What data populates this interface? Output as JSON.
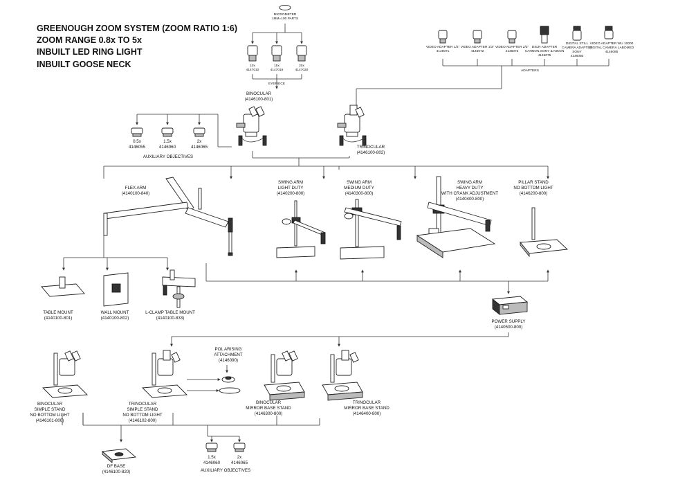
{
  "title_lines": [
    "GREENOUGH ZOOM SYSTEM  (ZOOM RATIO 1:6)",
    "ZOOM RANGE 0.8x TO 5x",
    "INBUILT LED RING LIGHT",
    "INBUILT GOOSE NECK"
  ],
  "micrometer": {
    "label": "MICROMETER",
    "sub": "1MM=100 PARTS"
  },
  "eyepieces": {
    "items": [
      {
        "mag": "10x",
        "code": "4147010"
      },
      {
        "mag": "15x",
        "code": "4147015"
      },
      {
        "mag": "20x",
        "code": "4147020"
      }
    ],
    "label": "EYEPIECE"
  },
  "adapters": {
    "items": [
      {
        "lines": [
          "VIDEO ADAPTER 1/2\"",
          "4146071"
        ]
      },
      {
        "lines": [
          "VIDEO ADAPTER 1/3\"",
          "4146072"
        ]
      },
      {
        "lines": [
          "VIDEO ADAPTER 2/3\"",
          "4146073"
        ]
      },
      {
        "lines": [
          "DSLR ADAPTER",
          "CANNON,SONY & NIKON",
          "4146075"
        ]
      },
      {
        "lines": [
          "DIGITAL STILL",
          "CAMERA ADAPTER",
          "SONY",
          "4146080"
        ]
      },
      {
        "lines": [
          "VIDEO ADAPTER  WU 10000",
          "DIGITAL CAMERA LABOMED",
          "4146085"
        ]
      }
    ],
    "label": "ADAPTERS"
  },
  "heads": {
    "binocular": {
      "name": "BINOCULAR",
      "code": "(4146100-801)"
    },
    "trinocular": {
      "name": "TRINOCULAR",
      "code": "(4146100-802)"
    }
  },
  "aux_objectives_top": {
    "items": [
      {
        "mag": "0.5x",
        "code": "4146055"
      },
      {
        "mag": "1.5x",
        "code": "4146060"
      },
      {
        "mag": "2x",
        "code": "4146065"
      }
    ],
    "label": "AUXILIARY OBJECTIVES"
  },
  "stands": [
    {
      "lines": [
        "FLEX ARM",
        "(4140100-840)"
      ]
    },
    {
      "lines": [
        "SWING ARM",
        "LIGHT DUTY",
        "(4140200-800)"
      ]
    },
    {
      "lines": [
        "SWING ARM",
        "MEDIUM DUTY",
        "(4140300-800)"
      ]
    },
    {
      "lines": [
        "SWING ARM",
        "HEAVY DUTY",
        "WITH CRANK ADJUSTMENT",
        "(4140400-800)"
      ]
    },
    {
      "lines": [
        "PILLAR STAND",
        "NO BOTTOM LIGHT",
        "(4146200-800)"
      ]
    }
  ],
  "mounts": [
    {
      "lines": [
        "TABLE MOUNT",
        "(4140100-801)"
      ]
    },
    {
      "lines": [
        "WALL MOUNT",
        "(4140100-802)"
      ]
    },
    {
      "lines": [
        "L-CLAMP TABLE MOUNT",
        "(4140100-833)"
      ]
    }
  ],
  "power_supply": {
    "lines": [
      "POWER  SUPPLY",
      "(4140500-800)"
    ]
  },
  "polarising": {
    "lines": [
      "POL ARISING",
      "ATTACHMENT",
      "(4146090)"
    ]
  },
  "complete_systems": [
    {
      "lines": [
        "BINOCULAR",
        "SIMPLE STAND",
        "NO BOTTOM LIGHT",
        "(4146101-800)"
      ]
    },
    {
      "lines": [
        "TRINOCULAR",
        "SIMPLE STAND",
        "NO BOTTOM LIGHT",
        "(4146102-800)"
      ]
    },
    {
      "lines": [
        "BINOCULAR",
        "MIRROR BASE STAND",
        "(4146300-800)"
      ]
    },
    {
      "lines": [
        "TRINOCULAR",
        "MIRROR BASE STAND",
        "(4146400-800)"
      ]
    }
  ],
  "df_base": {
    "lines": [
      "DF BASE",
      "(4146100-820)"
    ]
  },
  "aux_objectives_bottom": {
    "items": [
      {
        "mag": "1.5x",
        "code": "4146060"
      },
      {
        "mag": "2x",
        "code": "4146065"
      }
    ],
    "label": "AUXILIARY OBJECTIVES"
  }
}
